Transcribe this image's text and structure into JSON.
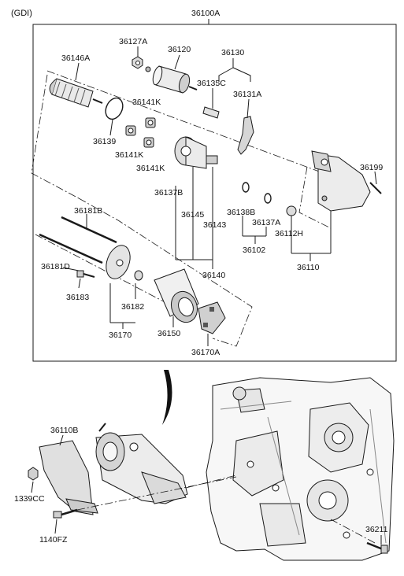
{
  "header": {
    "variant": "(GDI)",
    "assembly": "36100A"
  },
  "parts": {
    "p36127A": "36127A",
    "p36120": "36120",
    "p36130": "36130",
    "p36146A": "36146A",
    "p36135C": "36135C",
    "p36131A": "36131A",
    "p36141K_a": "36141K",
    "p36141K_b": "36141K",
    "p36141K_c": "36141K",
    "p36139": "36139",
    "p36199": "36199",
    "p36137B": "36137B",
    "p36145": "36145",
    "p36143": "36143",
    "p36138B": "36138B",
    "p36137A": "36137A",
    "p36112H": "36112H",
    "p36181B": "36181B",
    "p36181D": "36181D",
    "p36102": "36102",
    "p36110": "36110",
    "p36140": "36140",
    "p36183": "36183",
    "p36182": "36182",
    "p36170": "36170",
    "p36150": "36150",
    "p36170A": "36170A",
    "p36110B": "36110B",
    "p1339CC": "1339CC",
    "p1140FZ": "1140FZ",
    "p36211": "36211"
  },
  "colors": {
    "line": "#1a1a1a",
    "part_fill": "#f2f2f2",
    "part_shade": "#9a9a9a",
    "hover": "#0046c8"
  }
}
